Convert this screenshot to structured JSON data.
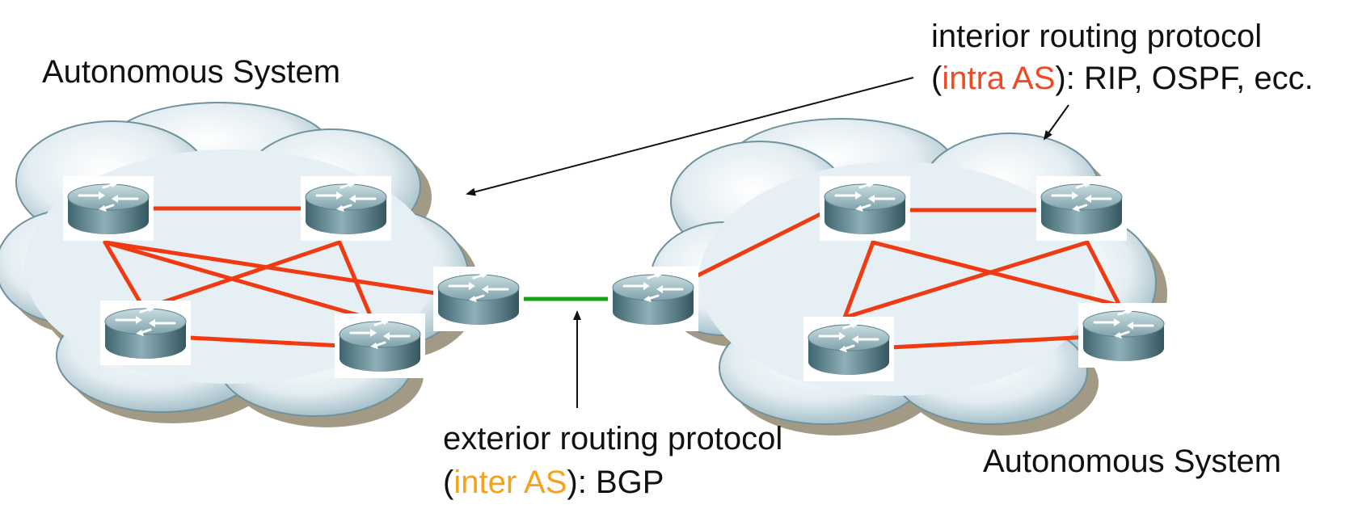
{
  "labels": {
    "as_left": "Autonomous System",
    "as_right": "Autonomous System",
    "interior": {
      "line1": "interior routing protocol",
      "open": "(",
      "highlight": "intra AS",
      "rest": "): RIP, OSPF, ecc."
    },
    "exterior": {
      "line1": "exterior routing protocol",
      "open": "(",
      "highlight": "inter AS",
      "rest": "): BGP"
    }
  },
  "colors": {
    "intra_link": "#f03a12",
    "inter_link": "#14a014",
    "intra_highlight": "#f04a24",
    "inter_highlight": "#f5a21a",
    "cloud_fill": "#dfe9ef",
    "cloud_shadow": "#a39a86",
    "router_body": "#5f8690",
    "router_top": "#9fbcc4",
    "arrow": "#111111"
  },
  "icons": {
    "router": "router-icon",
    "cloud": "cloud-icon"
  }
}
